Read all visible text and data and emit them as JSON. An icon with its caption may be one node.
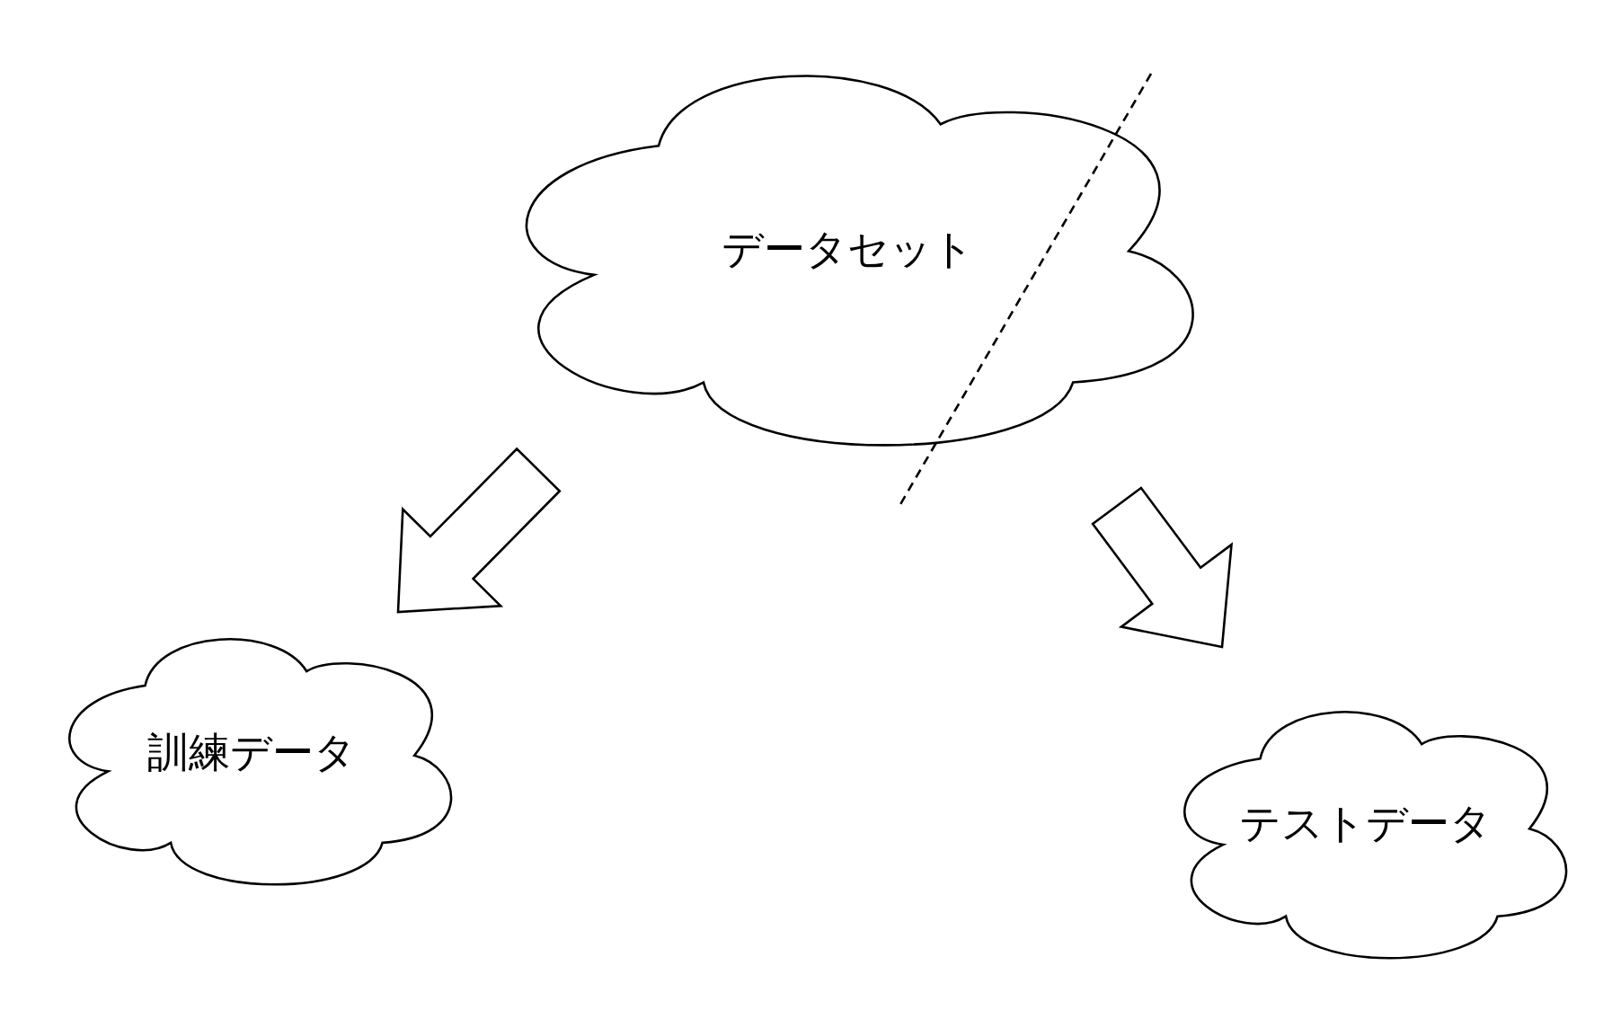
{
  "diagram": {
    "nodes": [
      {
        "text": [
          "データセット"
        ]
      },
      {
        "text": [
          "訓練データ"
        ]
      },
      {
        "text": [
          "テストデータ"
        ]
      }
    ],
    "edges": [
      {
        "from": 0,
        "to": 1,
        "arrow": "to"
      },
      {
        "from": 0,
        "to": 2,
        "arrow": "to"
      }
    ]
  }
}
